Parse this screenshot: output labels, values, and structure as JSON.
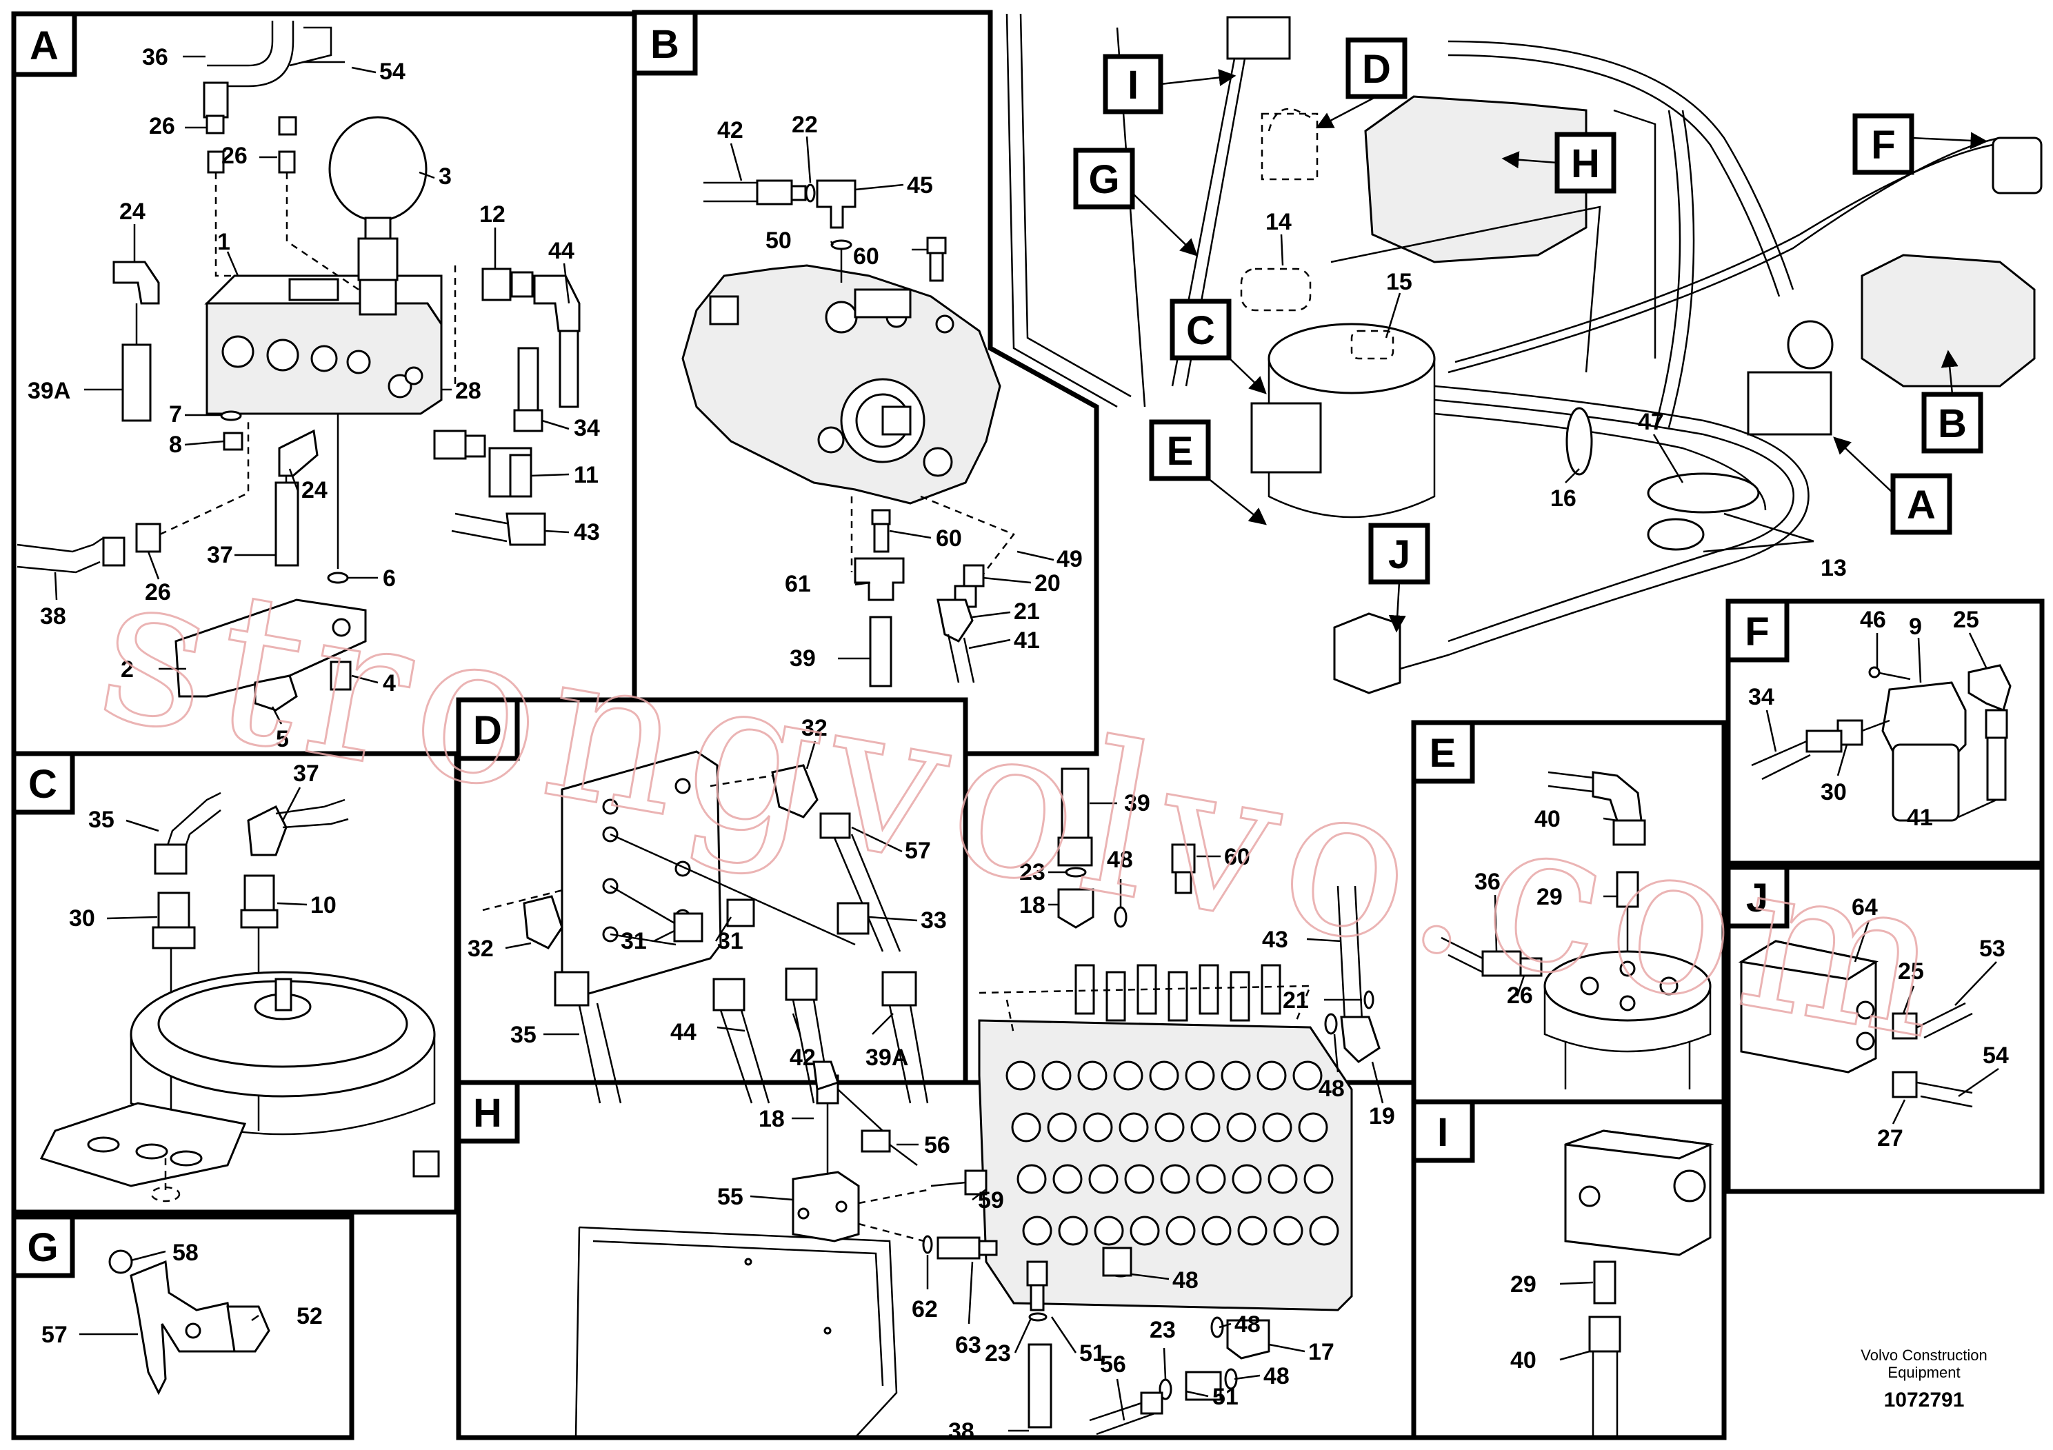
{
  "panels": {
    "A": {
      "letter": "A",
      "labels": [
        "36",
        "54",
        "26",
        "26",
        "3",
        "24",
        "1",
        "12",
        "44",
        "39A",
        "28",
        "7",
        "8",
        "34",
        "11",
        "24",
        "43",
        "38",
        "37",
        "26",
        "6",
        "2",
        "4",
        "5"
      ]
    },
    "B": {
      "letter": "B",
      "labels": [
        "42",
        "22",
        "45",
        "50",
        "60",
        "60",
        "49",
        "20",
        "61",
        "21",
        "41",
        "39"
      ]
    },
    "C": {
      "letter": "C",
      "labels": [
        "37",
        "35",
        "10",
        "30"
      ]
    },
    "D": {
      "letter": "D",
      "labels": [
        "32",
        "57",
        "33",
        "32",
        "31",
        "31",
        "35",
        "44",
        "42",
        "39A"
      ]
    },
    "E": {
      "letter": "E",
      "labels": [
        "40",
        "29",
        "36",
        "26"
      ]
    },
    "F": {
      "letter": "F",
      "labels": [
        "46",
        "9",
        "25",
        "34",
        "30",
        "41"
      ]
    },
    "G": {
      "letter": "G",
      "labels": [
        "58",
        "57",
        "52"
      ]
    },
    "H": {
      "letter": "H",
      "labels": [
        "18",
        "56",
        "55",
        "59",
        "62",
        "63",
        "23",
        "51",
        "38",
        "56",
        "23",
        "48",
        "17",
        "48",
        "51"
      ]
    },
    "I": {
      "letter": "I",
      "labels": [
        "29",
        "40"
      ]
    },
    "J": {
      "letter": "J",
      "labels": [
        "64",
        "53",
        "25",
        "54",
        "27"
      ]
    },
    "center": {
      "labels": [
        "39",
        "23",
        "48",
        "60",
        "18",
        "43",
        "21",
        "48",
        "19",
        "48"
      ]
    },
    "overview": {
      "labels": [
        "14",
        "15",
        "47",
        "16",
        "13"
      ]
    }
  },
  "overview_callouts": [
    "I",
    "G",
    "D",
    "H",
    "F",
    "C",
    "E",
    "J",
    "B",
    "A"
  ],
  "footer": {
    "company": "Volvo Construction",
    "company2": "Equipment",
    "number": "1072791"
  },
  "watermark": "strongvolvo.com"
}
